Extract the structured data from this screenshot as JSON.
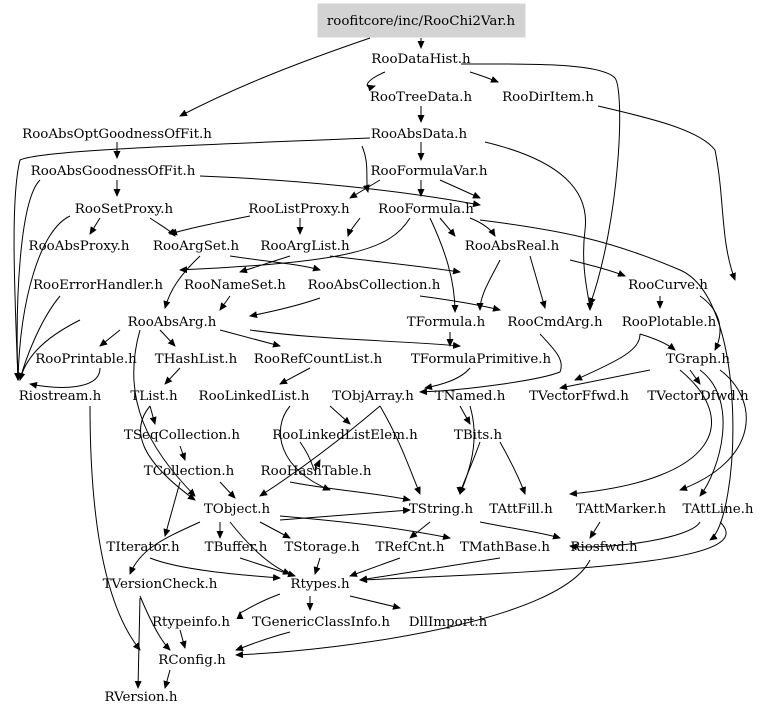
{
  "root": {
    "label": "roofitcore/inc/RooChi2Var.h",
    "fill": "#d3d3d3"
  },
  "nodes": {
    "RooDataHist": "RooDataHist.h",
    "RooTreeData": "RooTreeData.h",
    "RooDirItem": "RooDirItem.h",
    "RooAbsOptGoodnessOfFit": "RooAbsOptGoodnessOfFit.h",
    "RooAbsData": "RooAbsData.h",
    "RooAbsGoodnessOfFit": "RooAbsGoodnessOfFit.h",
    "RooFormulaVar": "RooFormulaVar.h",
    "RooSetProxy": "RooSetProxy.h",
    "RooListProxy": "RooListProxy.h",
    "RooFormula": "RooFormula.h",
    "RooAbsProxy": "RooAbsProxy.h",
    "RooArgSet": "RooArgSet.h",
    "RooArgList": "RooArgList.h",
    "RooAbsReal": "RooAbsReal.h",
    "RooErrorHandler": "RooErrorHandler.h",
    "RooNameSet": "RooNameSet.h",
    "RooAbsCollection": "RooAbsCollection.h",
    "RooCurve": "RooCurve.h",
    "RooAbsArg": "RooAbsArg.h",
    "TFormula": "TFormula.h",
    "RooCmdArg": "RooCmdArg.h",
    "RooPlotable": "RooPlotable.h",
    "RooPrintable": "RooPrintable.h",
    "THashList": "THashList.h",
    "RooRefCountList": "RooRefCountList.h",
    "TFormulaPrimitive": "TFormulaPrimitive.h",
    "TGraph": "TGraph.h",
    "Riostream": "Riostream.h",
    "TList": "TList.h",
    "RooLinkedList": "RooLinkedList.h",
    "TObjArray": "TObjArray.h",
    "TNamed": "TNamed.h",
    "TVectorFfwd": "TVectorFfwd.h",
    "TVectorDfwd": "TVectorDfwd.h",
    "TSeqCollection": "TSeqCollection.h",
    "RooLinkedListElem": "RooLinkedListElem.h",
    "TBits": "TBits.h",
    "TCollection": "TCollection.h",
    "RooHashTable": "RooHashTable.h",
    "TObject": "TObject.h",
    "TString": "TString.h",
    "TAttFill": "TAttFill.h",
    "TAttMarker": "TAttMarker.h",
    "TAttLine": "TAttLine.h",
    "TIterator": "TIterator.h",
    "TBuffer": "TBuffer.h",
    "TStorage": "TStorage.h",
    "TRefCnt": "TRefCnt.h",
    "TMathBase": "TMathBase.h",
    "Riosfwd": "Riosfwd.h",
    "TVersionCheck": "TVersionCheck.h",
    "Rtypes": "Rtypes.h",
    "Rtypeinfo": "Rtypeinfo.h",
    "TGenericClassInfo": "TGenericClassInfo.h",
    "DllImport": "DllImport.h",
    "RConfig": "RConfig.h",
    "RVersion": "RVersion.h"
  }
}
